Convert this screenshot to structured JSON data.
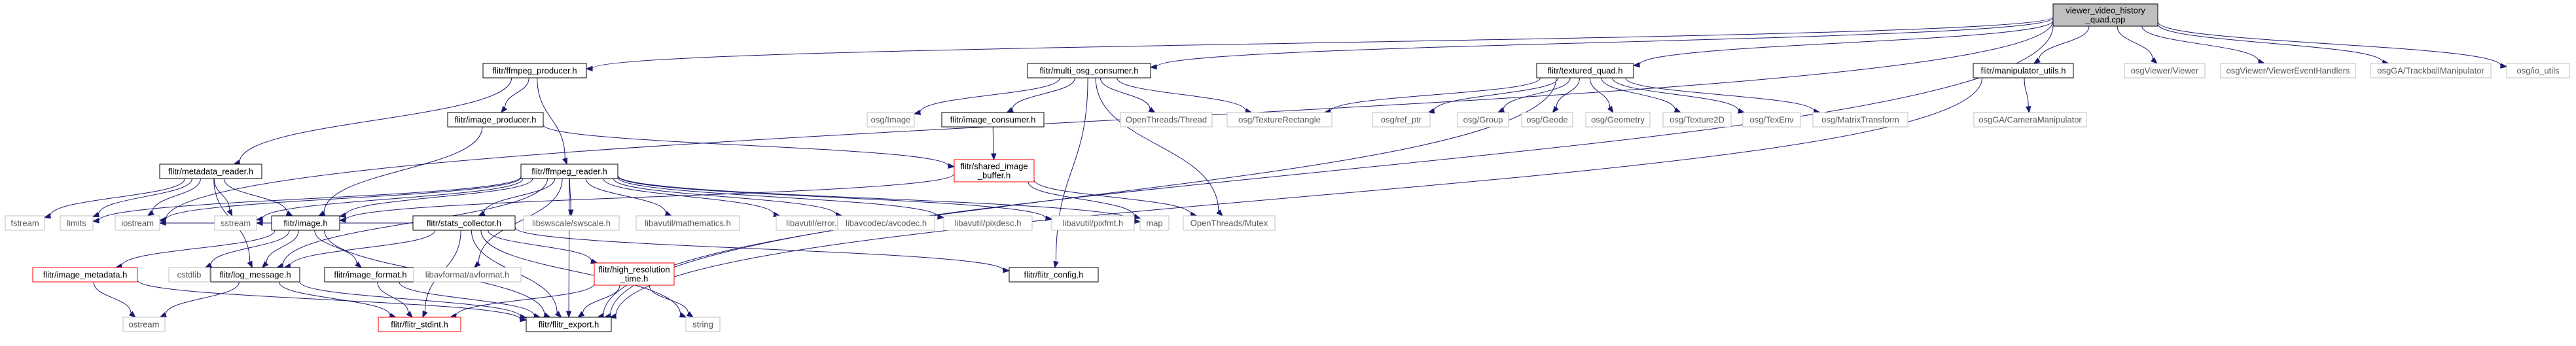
{
  "title": "Include dependency graph for viewer_video_history_quad.cpp",
  "colors": {
    "edge": "#191970",
    "root_fill": "#bfbfbf",
    "root_border": "#000000",
    "documented_border": "#000000",
    "truncated_border": "#ff0000",
    "external_border": "#bfbfbf",
    "external_text": "#555555",
    "text": "#000000"
  },
  "nodes": [
    {
      "id": "root",
      "lines": [
        "viewer_video_history",
        "_quad.cpp"
      ],
      "kind": "root"
    },
    {
      "id": "ffmpeg_producer",
      "lines": [
        "flitr/ffmpeg_producer.h"
      ],
      "kind": "documented"
    },
    {
      "id": "multi_osg_consumer",
      "lines": [
        "flitr/multi_osg_consumer.h"
      ],
      "kind": "documented"
    },
    {
      "id": "textured_quad",
      "lines": [
        "flitr/textured_quad.h"
      ],
      "kind": "documented"
    },
    {
      "id": "manipulator_utils",
      "lines": [
        "flitr/manipulator_utils.h"
      ],
      "kind": "documented"
    },
    {
      "id": "osgViewer_Viewer",
      "lines": [
        "osgViewer/Viewer"
      ],
      "kind": "external"
    },
    {
      "id": "osgViewer_Handlers",
      "lines": [
        "osgViewer/ViewerEventHandlers"
      ],
      "kind": "external"
    },
    {
      "id": "osgGA_Trackball",
      "lines": [
        "osgGA/TrackballManipulator"
      ],
      "kind": "external"
    },
    {
      "id": "osg_io_utils",
      "lines": [
        "osg/io_utils"
      ],
      "kind": "external"
    },
    {
      "id": "image_producer",
      "lines": [
        "flitr/image_producer.h"
      ],
      "kind": "documented"
    },
    {
      "id": "osg_Image",
      "lines": [
        "osg/Image"
      ],
      "kind": "external"
    },
    {
      "id": "image_consumer",
      "lines": [
        "flitr/image_consumer.h"
      ],
      "kind": "documented"
    },
    {
      "id": "OpenThreads_Thread",
      "lines": [
        "OpenThreads/Thread"
      ],
      "kind": "external"
    },
    {
      "id": "osg_TextureRectangle",
      "lines": [
        "osg/TextureRectangle"
      ],
      "kind": "external"
    },
    {
      "id": "osg_ref_ptr",
      "lines": [
        "osg/ref_ptr"
      ],
      "kind": "external"
    },
    {
      "id": "osg_Group",
      "lines": [
        "osg/Group"
      ],
      "kind": "external"
    },
    {
      "id": "osg_Geode",
      "lines": [
        "osg/Geode"
      ],
      "kind": "external"
    },
    {
      "id": "osg_Geometry",
      "lines": [
        "osg/Geometry"
      ],
      "kind": "external"
    },
    {
      "id": "osg_Texture2D",
      "lines": [
        "osg/Texture2D"
      ],
      "kind": "external"
    },
    {
      "id": "osg_TexEnv",
      "lines": [
        "osg/TexEnv"
      ],
      "kind": "external"
    },
    {
      "id": "osg_MatrixTransform",
      "lines": [
        "osg/MatrixTransform"
      ],
      "kind": "external"
    },
    {
      "id": "osgGA_CameraManip",
      "lines": [
        "osgGA/CameraManipulator"
      ],
      "kind": "external"
    },
    {
      "id": "metadata_reader",
      "lines": [
        "flitr/metadata_reader.h"
      ],
      "kind": "documented"
    },
    {
      "id": "ffmpeg_reader",
      "lines": [
        "flitr/ffmpeg_reader.h"
      ],
      "kind": "documented"
    },
    {
      "id": "shared_image_buffer",
      "lines": [
        "flitr/shared_image",
        "_buffer.h"
      ],
      "kind": "truncated"
    },
    {
      "id": "fstream",
      "lines": [
        "fstream"
      ],
      "kind": "external"
    },
    {
      "id": "limits",
      "lines": [
        "limits"
      ],
      "kind": "external"
    },
    {
      "id": "iostream",
      "lines": [
        "iostream"
      ],
      "kind": "external"
    },
    {
      "id": "sstream",
      "lines": [
        "sstream"
      ],
      "kind": "external"
    },
    {
      "id": "image",
      "lines": [
        "flitr/image.h"
      ],
      "kind": "documented"
    },
    {
      "id": "stats_collector",
      "lines": [
        "flitr/stats_collector.h"
      ],
      "kind": "documented"
    },
    {
      "id": "libswscale",
      "lines": [
        "libswscale/swscale.h"
      ],
      "kind": "external"
    },
    {
      "id": "libavutil_math",
      "lines": [
        "libavutil/mathematics.h"
      ],
      "kind": "external"
    },
    {
      "id": "libavutil_error",
      "lines": [
        "libavutil/error.h"
      ],
      "kind": "external"
    },
    {
      "id": "libavcodec",
      "lines": [
        "libavcodec/avcodec.h"
      ],
      "kind": "external"
    },
    {
      "id": "libavutil_pixdesc",
      "lines": [
        "libavutil/pixdesc.h"
      ],
      "kind": "external"
    },
    {
      "id": "libavutil_pixfmt",
      "lines": [
        "libavutil/pixfmt.h"
      ],
      "kind": "external"
    },
    {
      "id": "map",
      "lines": [
        "map"
      ],
      "kind": "external"
    },
    {
      "id": "OpenThreads_Mutex",
      "lines": [
        "OpenThreads/Mutex"
      ],
      "kind": "external"
    },
    {
      "id": "image_metadata",
      "lines": [
        "flitr/image_metadata.h"
      ],
      "kind": "truncated"
    },
    {
      "id": "cstdlib",
      "lines": [
        "cstdlib"
      ],
      "kind": "external"
    },
    {
      "id": "log_message",
      "lines": [
        "flitr/log_message.h"
      ],
      "kind": "documented"
    },
    {
      "id": "image_format",
      "lines": [
        "flitr/image_format.h"
      ],
      "kind": "documented"
    },
    {
      "id": "libavformat",
      "lines": [
        "libavformat/avformat.h"
      ],
      "kind": "external"
    },
    {
      "id": "high_resolution_time",
      "lines": [
        "flitr/high_resolution",
        "_time.h"
      ],
      "kind": "truncated"
    },
    {
      "id": "flitr_config",
      "lines": [
        "flitr/flitr_config.h"
      ],
      "kind": "documented"
    },
    {
      "id": "ostream",
      "lines": [
        "ostream"
      ],
      "kind": "external"
    },
    {
      "id": "flitr_stdint",
      "lines": [
        "flitr/flitr_stdint.h"
      ],
      "kind": "truncated"
    },
    {
      "id": "flitr_export",
      "lines": [
        "flitr/flitr_export.h"
      ],
      "kind": "documented"
    },
    {
      "id": "string",
      "lines": [
        "string"
      ],
      "kind": "external"
    }
  ],
  "edges": [
    [
      "root",
      "ffmpeg_producer"
    ],
    [
      "root",
      "multi_osg_consumer"
    ],
    [
      "root",
      "textured_quad"
    ],
    [
      "root",
      "manipulator_utils"
    ],
    [
      "root",
      "osgViewer_Viewer"
    ],
    [
      "root",
      "osgViewer_Handlers"
    ],
    [
      "root",
      "osgGA_Trackball"
    ],
    [
      "root",
      "osg_io_utils"
    ],
    [
      "root",
      "iostream"
    ],
    [
      "root",
      "flitr_export"
    ],
    [
      "ffmpeg_producer",
      "image_producer"
    ],
    [
      "ffmpeg_producer",
      "metadata_reader"
    ],
    [
      "ffmpeg_producer",
      "ffmpeg_reader"
    ],
    [
      "multi_osg_consumer",
      "osg_Image"
    ],
    [
      "multi_osg_consumer",
      "image_consumer"
    ],
    [
      "multi_osg_consumer",
      "OpenThreads_Thread"
    ],
    [
      "multi_osg_consumer",
      "osg_TextureRectangle"
    ],
    [
      "multi_osg_consumer",
      "OpenThreads_Mutex"
    ],
    [
      "multi_osg_consumer",
      "flitr_config"
    ],
    [
      "textured_quad",
      "osg_TextureRectangle"
    ],
    [
      "textured_quad",
      "osg_ref_ptr"
    ],
    [
      "textured_quad",
      "osg_Group"
    ],
    [
      "textured_quad",
      "osg_Geode"
    ],
    [
      "textured_quad",
      "osg_Geometry"
    ],
    [
      "textured_quad",
      "osg_Texture2D"
    ],
    [
      "textured_quad",
      "osg_TexEnv"
    ],
    [
      "textured_quad",
      "osg_MatrixTransform"
    ],
    [
      "textured_quad",
      "flitr_export"
    ],
    [
      "manipulator_utils",
      "osgGA_CameraManip"
    ],
    [
      "manipulator_utils",
      "flitr_export"
    ],
    [
      "image_producer",
      "shared_image_buffer"
    ],
    [
      "image_producer",
      "image"
    ],
    [
      "image_consumer",
      "shared_image_buffer"
    ],
    [
      "shared_image_buffer",
      "map"
    ],
    [
      "shared_image_buffer",
      "OpenThreads_Mutex"
    ],
    [
      "shared_image_buffer",
      "image"
    ],
    [
      "metadata_reader",
      "fstream"
    ],
    [
      "metadata_reader",
      "limits"
    ],
    [
      "metadata_reader",
      "iostream"
    ],
    [
      "metadata_reader",
      "sstream"
    ],
    [
      "metadata_reader",
      "image"
    ],
    [
      "metadata_reader",
      "log_message"
    ],
    [
      "ffmpeg_reader",
      "limits"
    ],
    [
      "ffmpeg_reader",
      "iostream"
    ],
    [
      "ffmpeg_reader",
      "sstream"
    ],
    [
      "ffmpeg_reader",
      "image"
    ],
    [
      "ffmpeg_reader",
      "stats_collector"
    ],
    [
      "ffmpeg_reader",
      "libswscale"
    ],
    [
      "ffmpeg_reader",
      "libavutil_math"
    ],
    [
      "ffmpeg_reader",
      "libavutil_error"
    ],
    [
      "ffmpeg_reader",
      "libavcodec"
    ],
    [
      "ffmpeg_reader",
      "libavutil_pixdesc"
    ],
    [
      "ffmpeg_reader",
      "libavutil_pixfmt"
    ],
    [
      "ffmpeg_reader",
      "map"
    ],
    [
      "ffmpeg_reader",
      "libavformat"
    ],
    [
      "ffmpeg_reader",
      "log_message"
    ],
    [
      "ffmpeg_reader",
      "flitr_export"
    ],
    [
      "image",
      "image_metadata"
    ],
    [
      "image",
      "cstdlib"
    ],
    [
      "image",
      "log_message"
    ],
    [
      "image",
      "image_format"
    ],
    [
      "image",
      "iostream"
    ],
    [
      "image",
      "flitr_export"
    ],
    [
      "stats_collector",
      "log_message"
    ],
    [
      "stats_collector",
      "high_resolution_time"
    ],
    [
      "stats_collector",
      "flitr_config"
    ],
    [
      "stats_collector",
      "string"
    ],
    [
      "stats_collector",
      "flitr_export"
    ],
    [
      "stats_collector",
      "flitr_stdint"
    ],
    [
      "stats_collector",
      "sstream"
    ],
    [
      "image_metadata",
      "ostream"
    ],
    [
      "image_metadata",
      "flitr_export"
    ],
    [
      "log_message",
      "ostream"
    ],
    [
      "log_message",
      "flitr_export"
    ],
    [
      "log_message",
      "flitr_stdint"
    ],
    [
      "image_format",
      "flitr_stdint"
    ],
    [
      "image_format",
      "flitr_export"
    ],
    [
      "high_resolution_time",
      "flitr_stdint"
    ],
    [
      "high_resolution_time",
      "flitr_export"
    ],
    [
      "high_resolution_time",
      "string"
    ]
  ]
}
